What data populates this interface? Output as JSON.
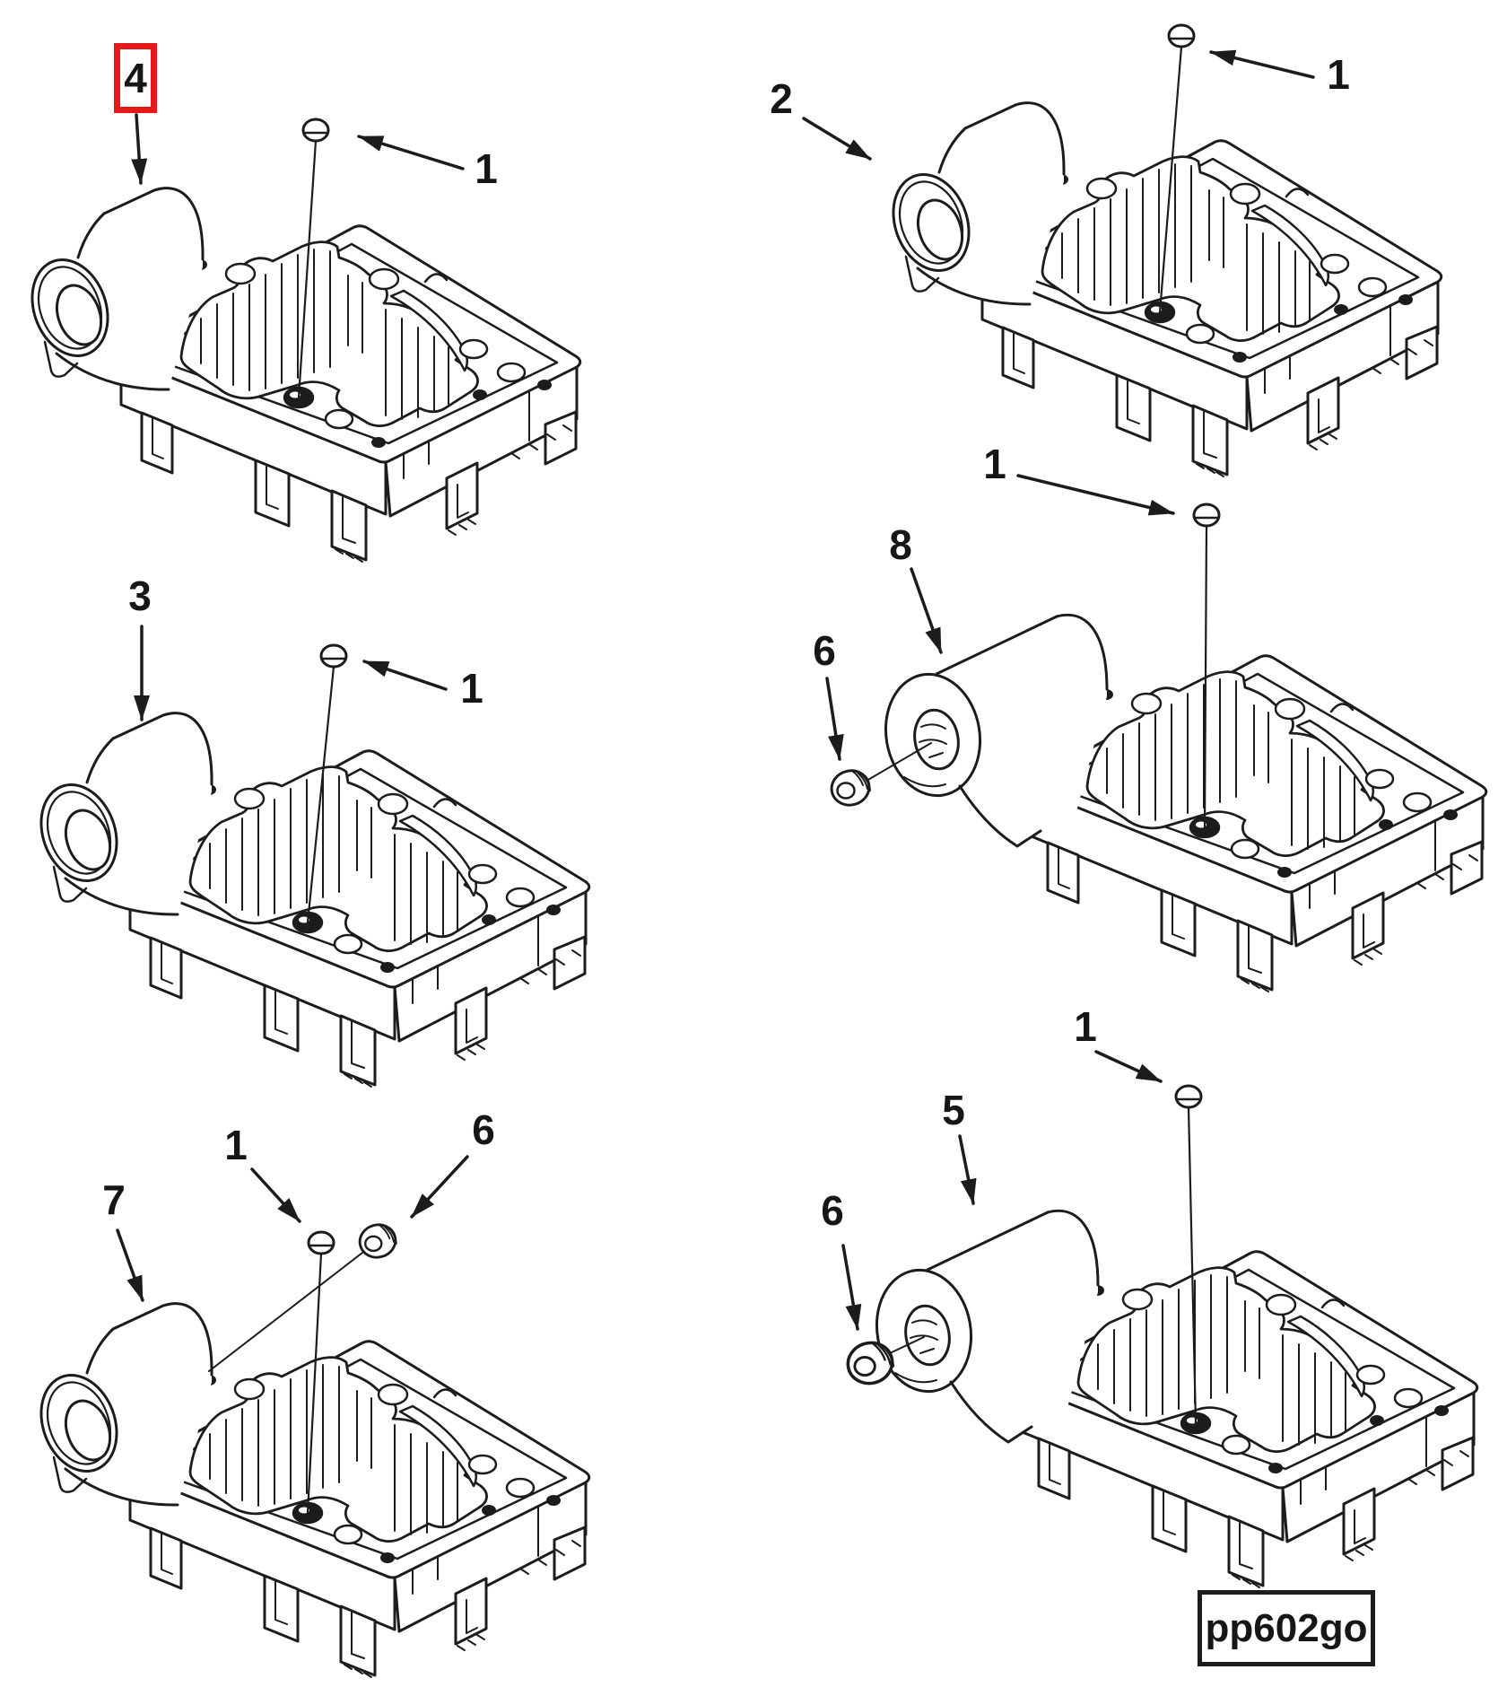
{
  "diagram": {
    "code_label": "pp602go",
    "highlight_color": "#e8191c",
    "ink_color": "#1c1c1c",
    "background": "#ffffff"
  },
  "callouts": [
    {
      "id": "part-4",
      "label": "4",
      "highlighted": true
    },
    {
      "id": "pin-1-top-left",
      "label": "1",
      "highlighted": false
    },
    {
      "id": "part-2",
      "label": "2",
      "highlighted": false
    },
    {
      "id": "pin-1-top-right",
      "label": "1",
      "highlighted": false
    },
    {
      "id": "part-3",
      "label": "3",
      "highlighted": false
    },
    {
      "id": "pin-1-mid-left",
      "label": "1",
      "highlighted": false
    },
    {
      "id": "pin-1-mid-right",
      "label": "1",
      "highlighted": false
    },
    {
      "id": "part-8",
      "label": "8",
      "highlighted": false
    },
    {
      "id": "plug-6-mid-right",
      "label": "6",
      "highlighted": false
    },
    {
      "id": "pin-1-bottom-left",
      "label": "1",
      "highlighted": false
    },
    {
      "id": "plug-6-bottom-left",
      "label": "6",
      "highlighted": false
    },
    {
      "id": "part-7",
      "label": "7",
      "highlighted": false
    },
    {
      "id": "pin-1-bottom-right",
      "label": "1",
      "highlighted": false
    },
    {
      "id": "part-5",
      "label": "5",
      "highlighted": false
    },
    {
      "id": "plug-6-bottom-right",
      "label": "6",
      "highlighted": false
    }
  ]
}
